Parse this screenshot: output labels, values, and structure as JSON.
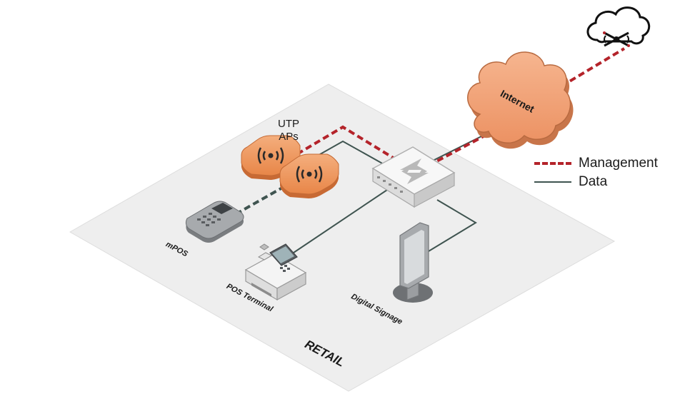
{
  "diagram": {
    "floor_label": "RETAIL",
    "aps_label_line1": "UTP",
    "aps_label_line2": "APs",
    "internet_label": "Internet",
    "mpos_label": "mPOS",
    "pos_label": "POS Terminal",
    "signage_label": "Digital Signage"
  },
  "legend": {
    "management": "Management",
    "data": "Data"
  },
  "colors": {
    "management": "#b4232a",
    "data": "#3f5450",
    "internet_cloud": "#f2a57d",
    "ap": "#ef9b68",
    "floor": "#eeeeee"
  }
}
